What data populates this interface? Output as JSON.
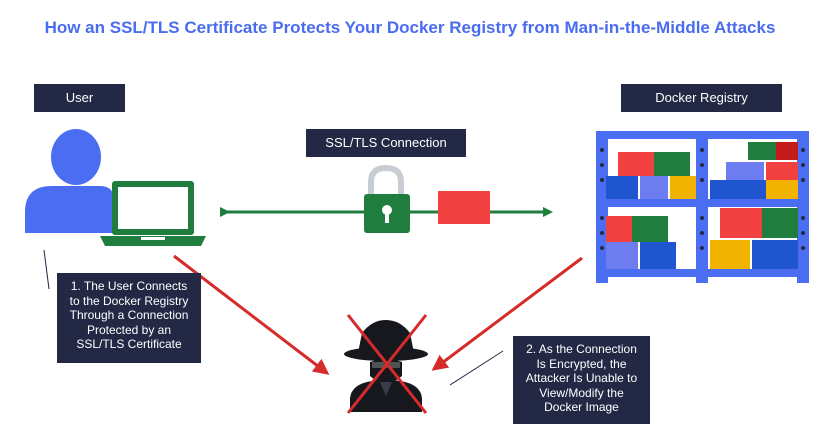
{
  "title": "How an SSL/TLS Certificate Protects Your Docker Registry from Man-in-the-Middle Attacks",
  "labels": {
    "user": "User",
    "registry": "Docker Registry",
    "connection": "SSL/TLS Connection"
  },
  "notes": {
    "user_note": "1. The User Connects\nto the Docker Registry\nThrough a Connection\nProtected by an\nSSL/TLS Certificate",
    "attacker_note": "2. As the Connection\nIs Encrypted, the\nAttacker Is Unable to\nView/Modify the\nDocker Image"
  },
  "colors": {
    "title": "#4a6cf0",
    "label_bg": "#232845",
    "user_blue": "#4b6df2",
    "laptop_green": "#1f7d3d",
    "lock_green": "#1f7d3d",
    "packet_red": "#f04040",
    "arrow_red": "#d62b2b",
    "shelf_blue": "#4b6df2"
  },
  "icons": [
    "user-icon",
    "laptop-icon",
    "lock-icon",
    "packet-icon",
    "registry-shelf-icon",
    "hacker-icon",
    "cross-icon"
  ]
}
